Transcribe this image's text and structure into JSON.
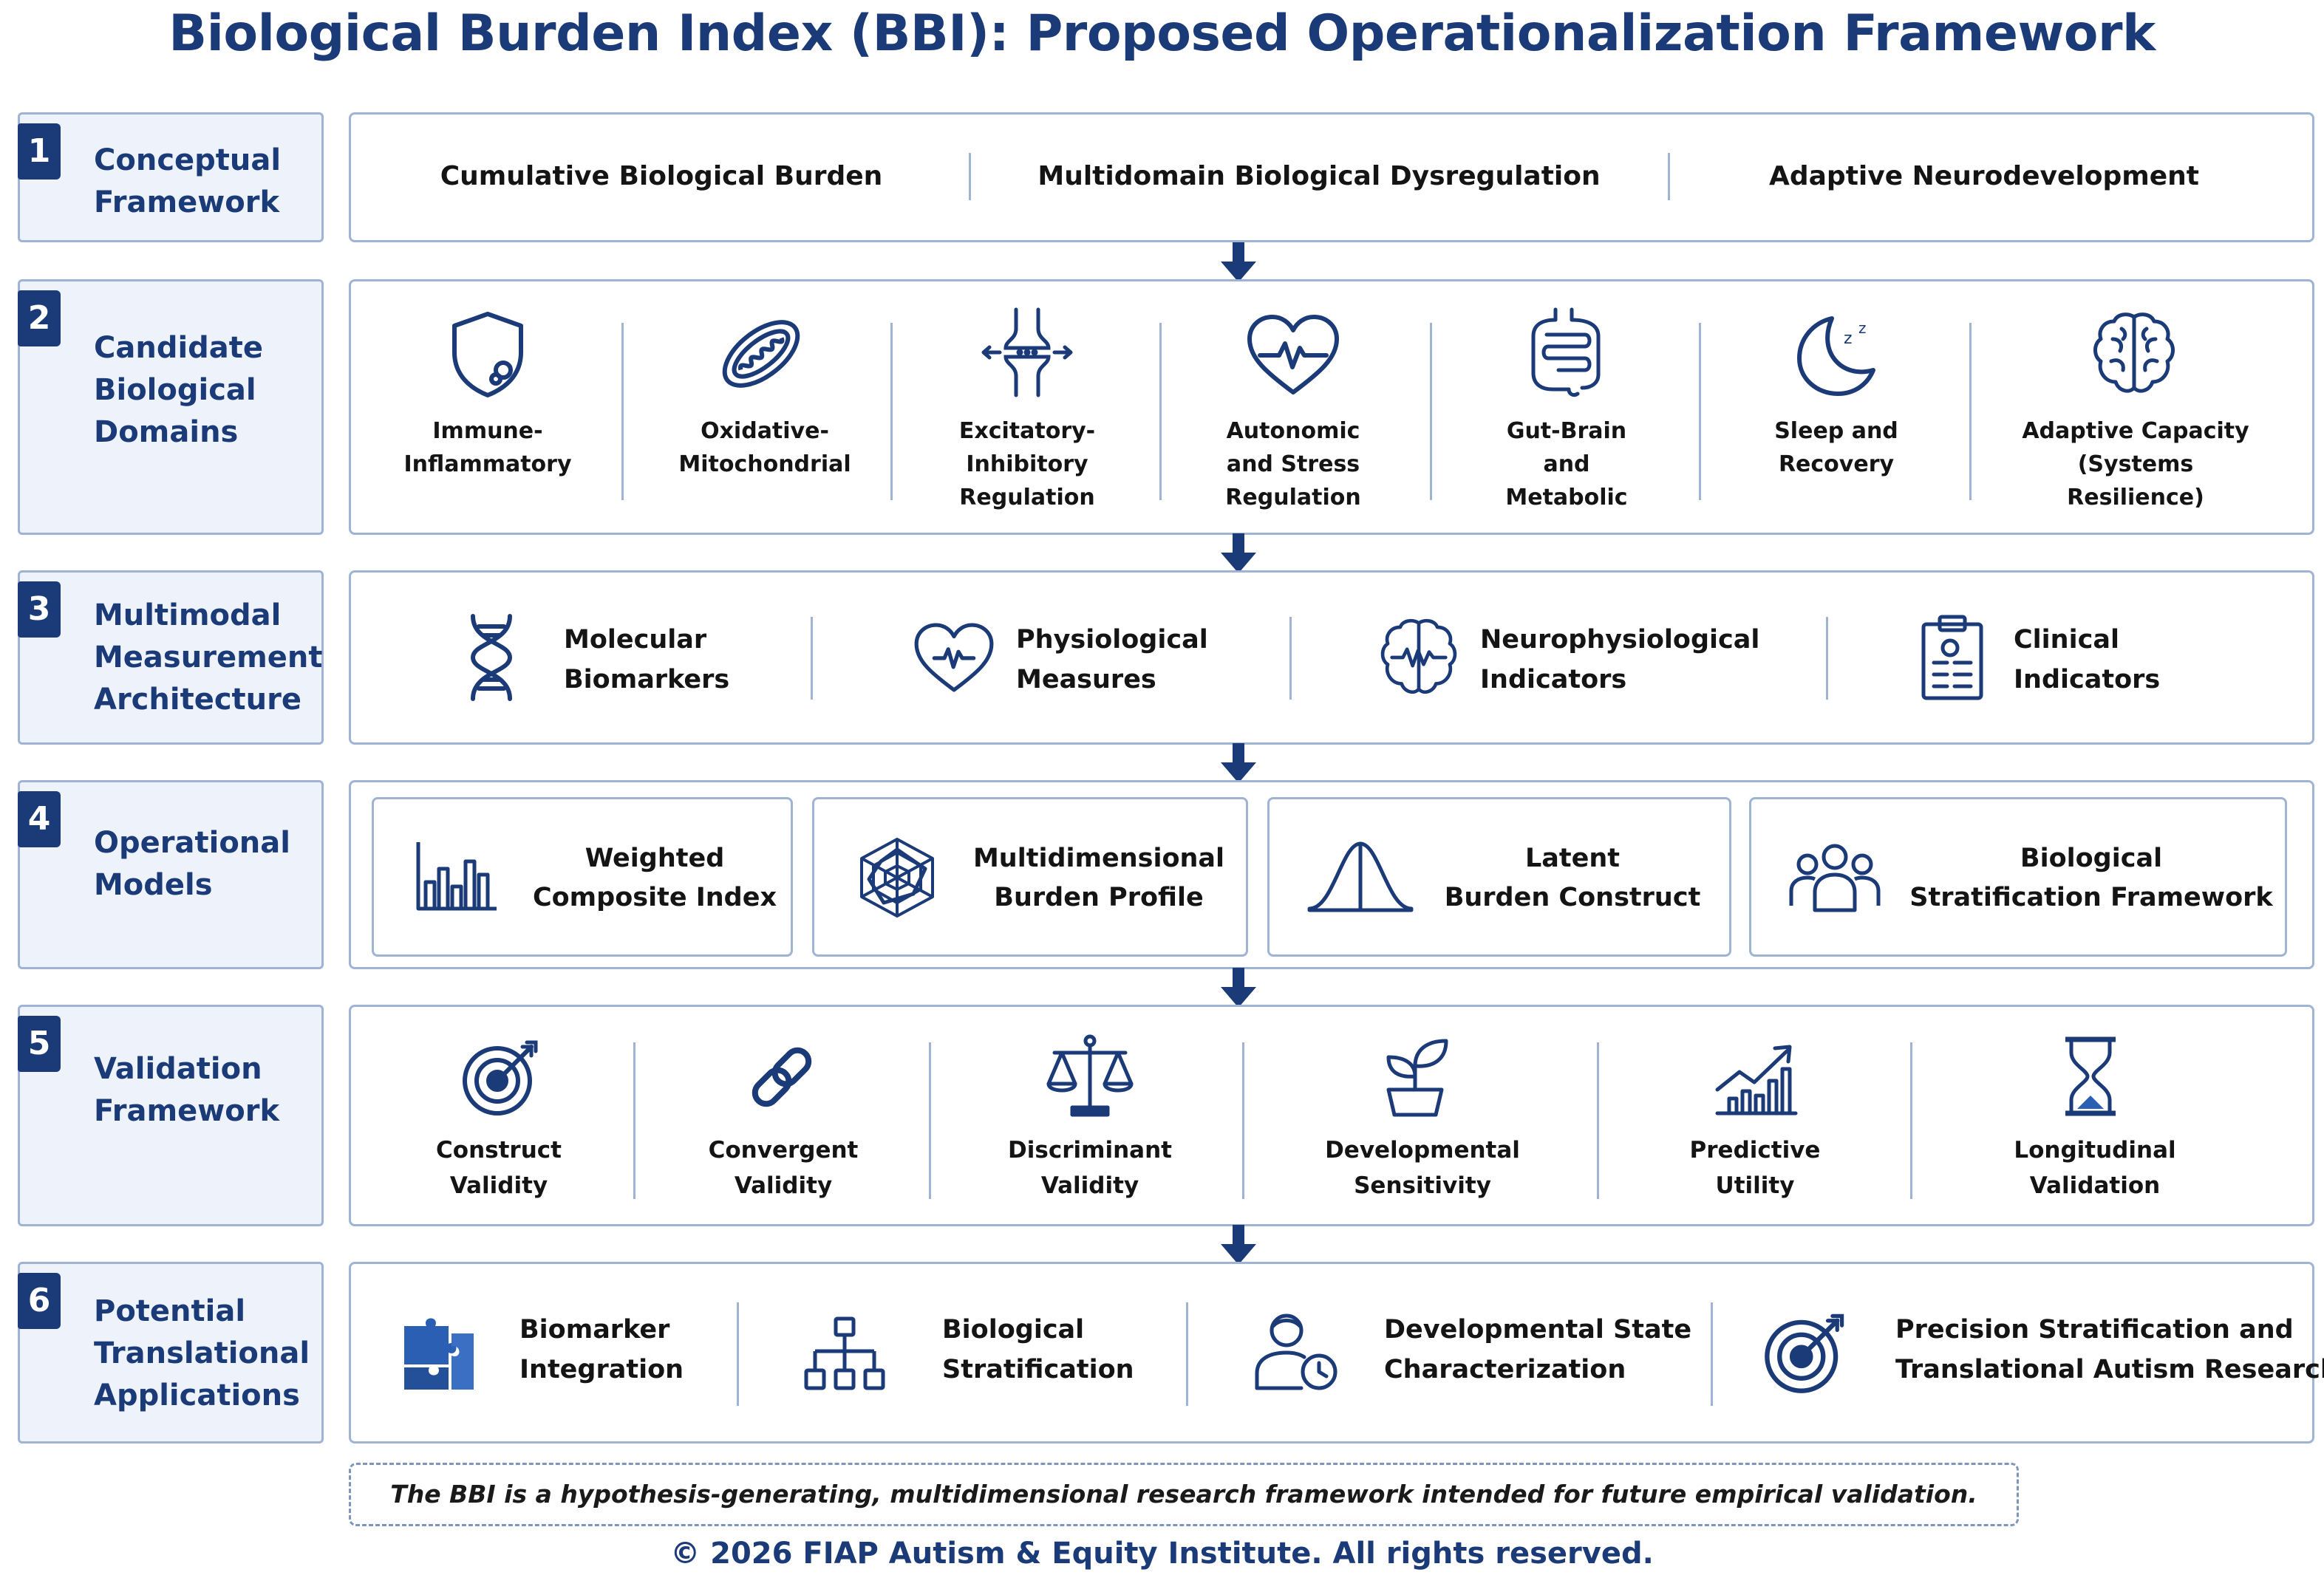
{
  "title": "Biological Burden Index (BBI): Proposed Operationalization Framework",
  "rows": [
    {
      "number": "1",
      "label": [
        "Conceptual",
        "Framework"
      ],
      "items": [
        {
          "text": [
            "Cumulative Biological Burden"
          ]
        },
        {
          "text": [
            "Multidomain Biological Dysregulation"
          ]
        },
        {
          "text": [
            "Adaptive Neurodevelopment"
          ]
        }
      ]
    },
    {
      "number": "2",
      "label": [
        "Candidate",
        "Biological",
        "Domains"
      ],
      "items": [
        {
          "icon": "shield-icon",
          "text": [
            "Immune-",
            "Inflammatory"
          ]
        },
        {
          "icon": "mitochondria-icon",
          "text": [
            "Oxidative-",
            "Mitochondrial"
          ]
        },
        {
          "icon": "synapse-icon",
          "text": [
            "Excitatory-",
            "Inhibitory",
            "Regulation"
          ]
        },
        {
          "icon": "heart-pulse-icon",
          "text": [
            "Autonomic",
            "and Stress",
            "Regulation"
          ]
        },
        {
          "icon": "intestine-icon",
          "text": [
            "Gut-Brain",
            "and",
            "Metabolic"
          ]
        },
        {
          "icon": "moon-icon",
          "text": [
            "Sleep and",
            "Recovery"
          ]
        },
        {
          "icon": "brain-icon",
          "text": [
            "Adaptive Capacity",
            "(Systems",
            "Resilience)"
          ]
        }
      ]
    },
    {
      "number": "3",
      "label": [
        "Multimodal",
        "Measurement",
        "Architecture"
      ],
      "items": [
        {
          "icon": "dna-icon",
          "text": [
            "Molecular",
            "Biomarkers"
          ]
        },
        {
          "icon": "heart-pulse-icon",
          "text": [
            "Physiological",
            "Measures"
          ]
        },
        {
          "icon": "brain-wave-icon",
          "text": [
            "Neurophysiological",
            "Indicators"
          ]
        },
        {
          "icon": "clipboard-icon",
          "text": [
            "Clinical",
            "Indicators"
          ]
        }
      ]
    },
    {
      "number": "4",
      "label": [
        "Operational",
        "Models"
      ],
      "items": [
        {
          "icon": "bar-chart-icon",
          "text": [
            "Weighted",
            "Composite Index"
          ]
        },
        {
          "icon": "radar-chart-icon",
          "text": [
            "Multidimensional",
            "Burden Profile"
          ]
        },
        {
          "icon": "bell-curve-icon",
          "text": [
            "Latent",
            "Burden Construct"
          ]
        },
        {
          "icon": "people-group-icon",
          "text": [
            "Biological",
            "Stratification Framework"
          ]
        }
      ]
    },
    {
      "number": "5",
      "label": [
        "Validation",
        "Framework"
      ],
      "items": [
        {
          "icon": "target-icon",
          "text": [
            "Construct",
            "Validity"
          ]
        },
        {
          "icon": "chain-link-icon",
          "text": [
            "Convergent",
            "Validity"
          ]
        },
        {
          "icon": "scales-icon",
          "text": [
            "Discriminant",
            "Validity"
          ]
        },
        {
          "icon": "sprout-icon",
          "text": [
            "Developmental",
            "Sensitivity"
          ]
        },
        {
          "icon": "growth-chart-icon",
          "text": [
            "Predictive",
            "Utility"
          ]
        },
        {
          "icon": "hourglass-icon",
          "text": [
            "Longitudinal",
            "Validation"
          ]
        }
      ]
    },
    {
      "number": "6",
      "label": [
        "Potential",
        "Translational",
        "Applications"
      ],
      "items": [
        {
          "icon": "puzzle-icon",
          "text": [
            "Biomarker",
            "Integration"
          ]
        },
        {
          "icon": "hierarchy-icon",
          "text": [
            "Biological",
            "Stratification"
          ]
        },
        {
          "icon": "person-clock-icon",
          "text": [
            "Developmental State",
            "Characterization"
          ]
        },
        {
          "icon": "target-arrow-icon",
          "text": [
            "Precision Stratification and",
            "Translational Autism Research"
          ]
        }
      ]
    }
  ],
  "note": "The BBI is a hypothesis-generating, multidimensional research framework intended for future empirical validation.",
  "copyright": "© 2026 FIAP Autism & Equity Institute. All rights reserved.",
  "colors": {
    "navy": "#1b3a78",
    "border": "#9fb3d4",
    "label_bg": "#eef3fb",
    "puzzle": "#2b5fb4"
  }
}
